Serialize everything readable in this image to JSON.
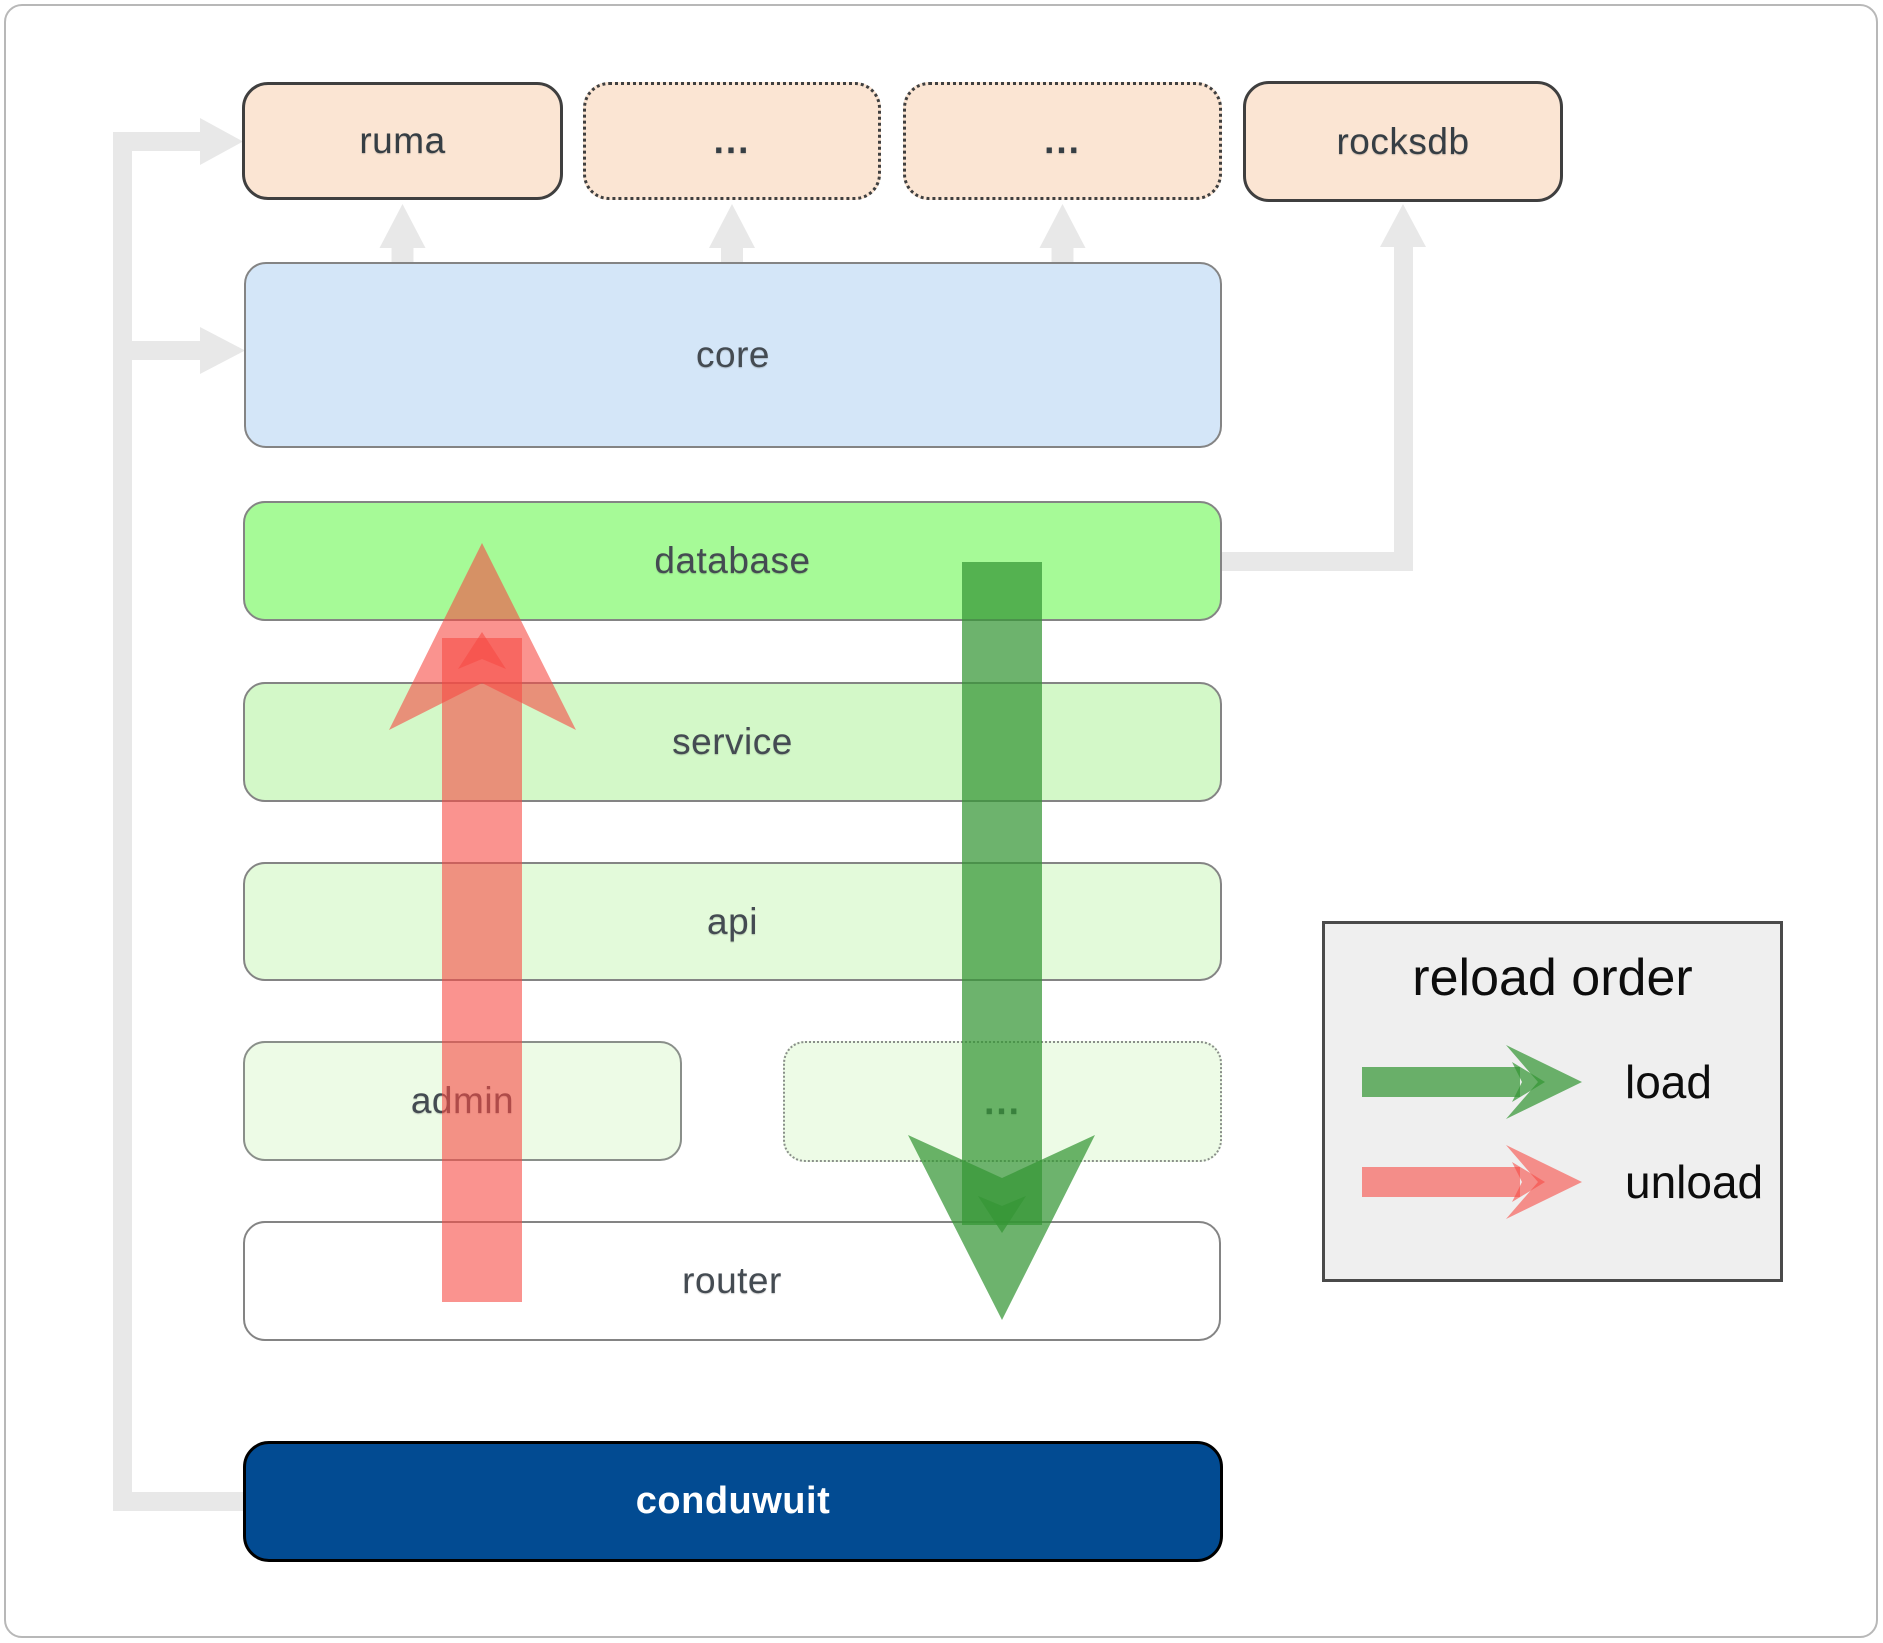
{
  "diagram": {
    "top_row": {
      "ruma": "ruma",
      "mid1": "...",
      "mid2": "...",
      "rocksdb": "rocksdb"
    },
    "layers": {
      "core": "core",
      "database": "database",
      "service": "service",
      "api": "api",
      "admin": "admin",
      "admin_more": "...",
      "router": "router",
      "conduwuit": "conduwuit"
    }
  },
  "legend": {
    "title": "reload order",
    "load_label": "load",
    "unload_label": "unload"
  },
  "colors": {
    "load_arrow_green": "#349636",
    "unload_arrow_red": "#f74d44",
    "conduwuit_blue": "#024b92",
    "module_peach": "#fbe5d3",
    "core_blue": "#d4e6f8",
    "database_green": "#a6fa97",
    "connector_gray": "#e8e8e8"
  }
}
